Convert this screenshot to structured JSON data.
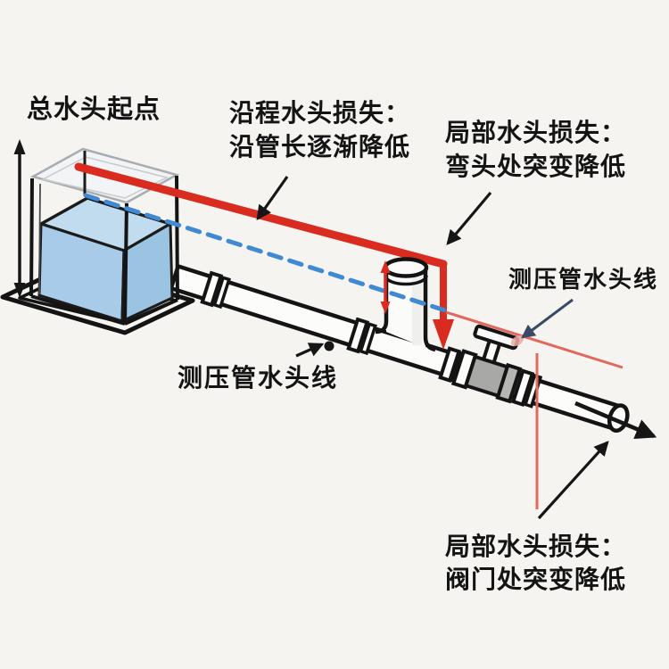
{
  "labels": {
    "total_head_start": "总水头起点",
    "friction_loss": "沿程水头损失：\n沿管长逐渐降低",
    "elbow_loss": "局部水头损失：\n弯头处突变降低",
    "piezometric_line_right": "测压管水头线",
    "piezometric_line_left": "测压管水头线",
    "valve_loss": "局部水头损失：\n阀门处突变降低"
  },
  "colors": {
    "background": "#f5f4f1",
    "energy_line_red": "#d92b1f",
    "piezometric_thin_red": "#e2675d",
    "piezometric_dashed_blue": "#3f8ad2",
    "water_fill": "#a7cbe8",
    "water_surface": "#c2dcef",
    "valve_gray": "#a8a8a6",
    "outline_black": "#161616",
    "pointer_navy": "#3a4a66"
  },
  "diagram": {
    "type": "hydraulic-head-loss-schematic",
    "parts": [
      "water-tank",
      "base-platform",
      "head-measure-arrow",
      "main-pipe",
      "piezometer-standpipe",
      "gate-valve",
      "pipe-outlet",
      "energy-grade-line",
      "piezometric-head-dashed-line",
      "piezometric-head-thin-line",
      "elbow-drop-arrow",
      "valve-drop-line",
      "flow-direction-arrow"
    ]
  }
}
